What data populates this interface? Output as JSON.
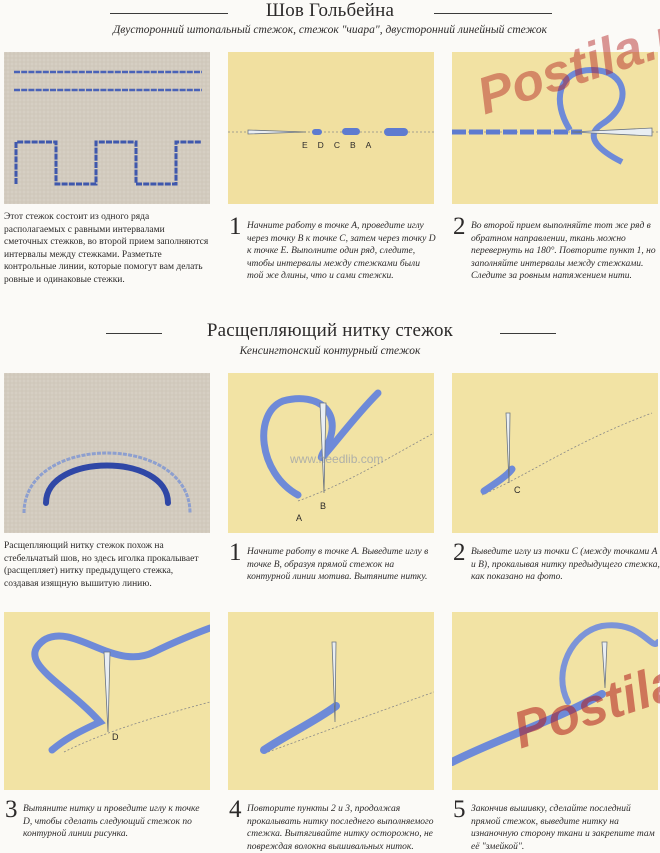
{
  "section1": {
    "title": "Шов Гольбейна",
    "subtitle": "Двусторонний штопальный стежок, стежок \"чиара\", двусторонний линейный стежок",
    "intro": "Этот стежок состоит из одного ряда располагаемых с равными интервалами сметочных стежков, во второй прием заполняются интервалы между стежками. Разметьте контрольные линии, которые помогут вам делать ровные и одинаковые стежки.",
    "step1": {
      "num": "1",
      "text": "Начните работу в точке A, проведите иглу через точку B к точке C, затем через точку D к точке E. Выполните один ряд, следите, чтобы интервалы между стежками были той же длины, что и сами стежки."
    },
    "step2": {
      "num": "2",
      "text": "Во второй прием выполняйте тот же ряд в обратном направлении, ткань можно перевернуть на 180°. Повторите пункт 1, но заполняйте интервалы между стежками. Следите за ровным натяжением нити."
    },
    "diagram_labels": [
      "E",
      "D",
      "C",
      "B",
      "A"
    ]
  },
  "section2": {
    "title": "Расщепляющий нитку стежок",
    "subtitle": "Кенсингтонский контурный стежок",
    "intro": "Расщепляющий нитку стежок похож на стебельчатый шов, но здесь иголка прокалывает (расщепляет) нитку предыдущего стежка, создавая изящную вышитую линию.",
    "step1": {
      "num": "1",
      "text": "Начните работу в точке A. Выведите иглу в точке B, образуя прямой стежок на контурной линии мотива. Вытяните нитку."
    },
    "step2": {
      "num": "2",
      "text": "Выведите иглу из точки C (между точками A и B), прокалывая нитку предыдущего стежка, как показано на фото."
    },
    "step3": {
      "num": "3",
      "text": "Вытяните нитку и проведите иглу к точке D, чтобы сделать следующий стежок по контурной линии рисунка."
    },
    "step4": {
      "num": "4",
      "text": "Повторите пункты 2 и 3, продолжая прокалывать нитку последнего выполняемого стежка. Вытягивайте нитку осторожно, не повреждая волокна вышивальных ниток."
    },
    "step5": {
      "num": "5",
      "text": "Закончив вышивку, сделайте последний прямой стежок, выведите нитку на изнаночную сторону ткани и закрепите там её \"змейкой\"."
    },
    "labels": {
      "a": "A",
      "b": "B",
      "c": "C",
      "d": "D"
    }
  },
  "watermarks": {
    "red": "Postila.ru",
    "grey": "www.needlib.com"
  },
  "colors": {
    "thread": "#4a63b8",
    "thread_light": "#7f95d6",
    "fabric_linen": "#d8d1c6",
    "fabric_yellow": "#f1e1a0"
  }
}
